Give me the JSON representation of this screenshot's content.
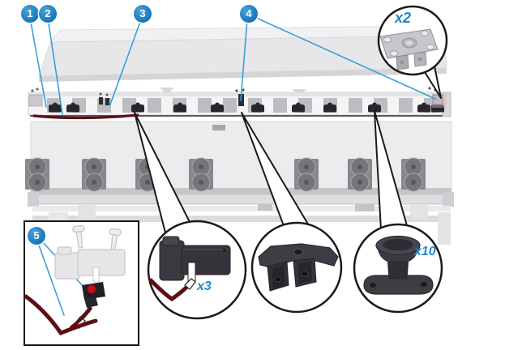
{
  "illustration": {
    "callouts": [
      {
        "label": "1"
      },
      {
        "label": "2"
      },
      {
        "label": "3"
      },
      {
        "label": "4"
      },
      {
        "label": "5"
      }
    ],
    "quantity_labels": [
      {
        "part": "square-mounting-plate",
        "label": "x2"
      },
      {
        "part": "counterweight-clip",
        "label": "x3"
      },
      {
        "part": "round-knob-spacer",
        "label": "x10"
      }
    ],
    "colors": {
      "callout_blue": "#1277bc",
      "leader_blue": "#3aa0d6",
      "quantity_blue": "#1e88cc",
      "cable_red": "#5e0f14",
      "part_dark": "#34343a",
      "highlight_pink": "#f0a6b4"
    }
  }
}
